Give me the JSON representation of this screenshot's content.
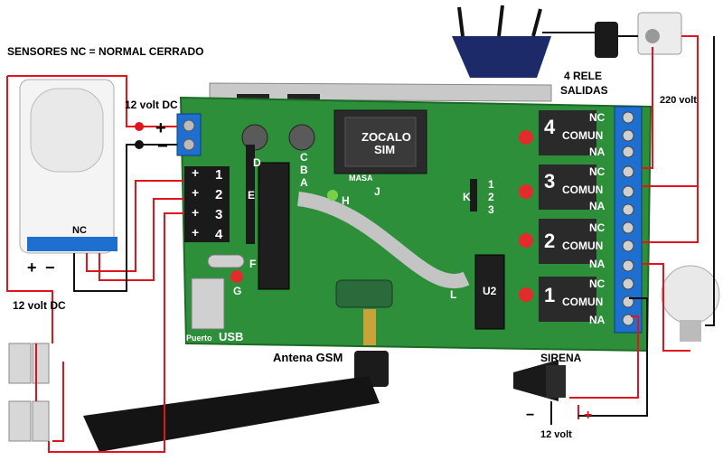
{
  "title": "SENSORES NC = NORMAL CERRADO",
  "power_in": {
    "label": "12 volt DC",
    "plus": "+",
    "minus": "−"
  },
  "sensor": {
    "terminal_label": "NC",
    "plus": "+",
    "minus": "−",
    "supply_label": "12 volt DC"
  },
  "sim": {
    "line1": "ZOCALO",
    "line2": "SIM"
  },
  "masa": "MASA",
  "board_letters": {
    "A": "A",
    "B": "B",
    "C": "C",
    "D": "D",
    "E": "E",
    "F": "F",
    "G": "G",
    "H": "H",
    "J": "J",
    "K": "K",
    "L": "L"
  },
  "u2": "U2",
  "k_pins": [
    "1",
    "2",
    "3"
  ],
  "inputs": [
    {
      "sign": "+",
      "num": "1"
    },
    {
      "sign": "+",
      "num": "2"
    },
    {
      "sign": "+",
      "num": "3"
    },
    {
      "sign": "+",
      "num": "4"
    }
  ],
  "relays_title": {
    "line1": "4 RELE",
    "line2": "SALIDAS"
  },
  "relays": [
    {
      "num": "4",
      "nc": "NC",
      "comun": "COMUN",
      "na": "NA"
    },
    {
      "num": "3",
      "nc": "NC",
      "comun": "COMUN",
      "na": "NA"
    },
    {
      "num": "2",
      "nc": "NC",
      "comun": "COMUN",
      "na": "NA"
    },
    {
      "num": "1",
      "nc": "NC",
      "comun": "COMUN",
      "na": "NA"
    }
  ],
  "mains_label": "220 volt",
  "usb": {
    "word1": "Puerto",
    "word2": "USB"
  },
  "antenna_label": "Antena GSM",
  "siren": {
    "label": "SIRENA",
    "minus": "−",
    "plus": "+",
    "supply": "12 volt"
  },
  "colors": {
    "wire": "#e0141a",
    "pcb": "#2e8f3a",
    "terminal": "#1f6fd1",
    "relay": "#2a2a2a"
  }
}
